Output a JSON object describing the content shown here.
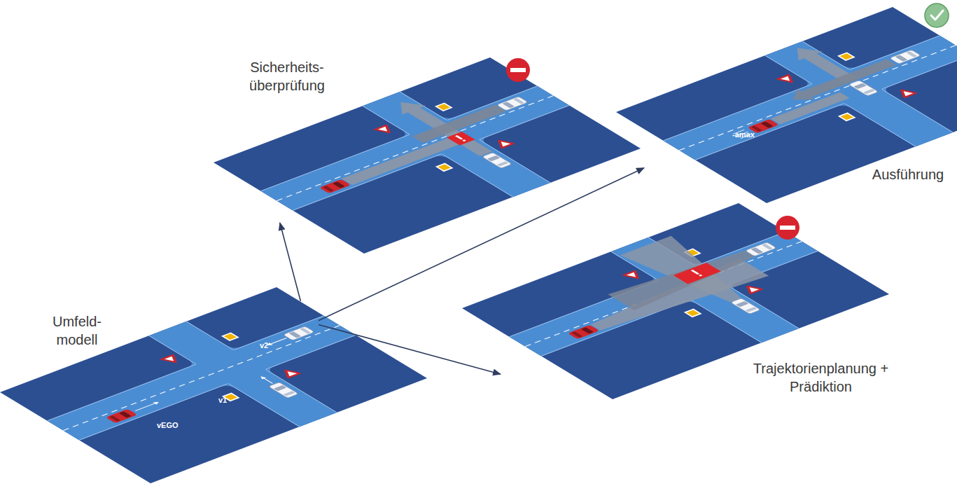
{
  "diagram": {
    "nodes": [
      {
        "text": [
          "Sicherheits- überprüfung"
        ]
      },
      {
        "text": [
          "Ausführung"
        ]
      },
      {
        "text": [
          "Umfeld- modell"
        ]
      },
      {
        "text": [
          "Trajektorienplanung + Prädiktion"
        ]
      }
    ],
    "edges": [
      {
        "from": 2,
        "to": 0,
        "arrow": "to"
      },
      {
        "from": 2,
        "to": 1,
        "arrow": "to"
      },
      {
        "from": 2,
        "to": 3,
        "arrow": "to"
      }
    ],
    "labels": [
      "vEGO",
      "v1",
      "v2",
      "-amax"
    ]
  }
}
